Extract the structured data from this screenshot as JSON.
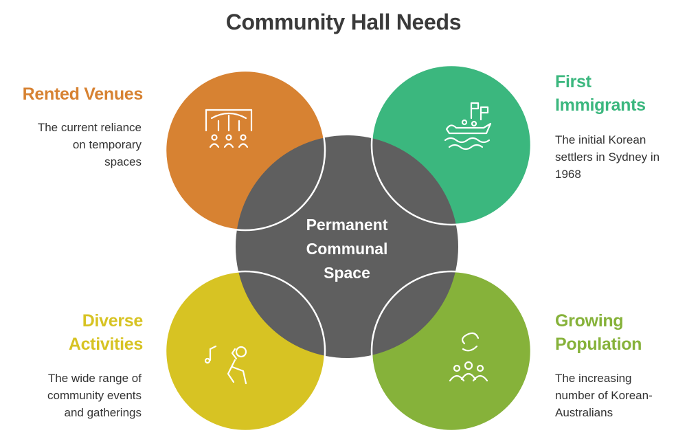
{
  "title": "Community Hall Needs",
  "center": {
    "lines": [
      "Permanent",
      "Communal",
      "Space"
    ],
    "color": "#5f5f5f"
  },
  "quadrants": {
    "top_left": {
      "title": "Rented Venues",
      "description": [
        "The current reliance",
        "on temporary",
        "spaces"
      ],
      "color": "#d78232",
      "icon": "venue-crowd-icon"
    },
    "top_right": {
      "title": [
        "First",
        "Immigrants"
      ],
      "description": [
        "The initial Korean",
        "settlers in Sydney in",
        "1968"
      ],
      "color": "#3bb77e",
      "icon": "ship-icon"
    },
    "bottom_left": {
      "title": [
        "Diverse",
        "Activities"
      ],
      "description": [
        "The wide range of",
        "community events",
        "and gatherings"
      ],
      "color": "#d7c323",
      "icon": "singer-icon"
    },
    "bottom_right": {
      "title": [
        "Growing",
        "Population"
      ],
      "description": [
        "The increasing",
        "number of Korean-",
        "Australians"
      ],
      "color": "#86b23a",
      "icon": "group-growth-icon"
    }
  }
}
